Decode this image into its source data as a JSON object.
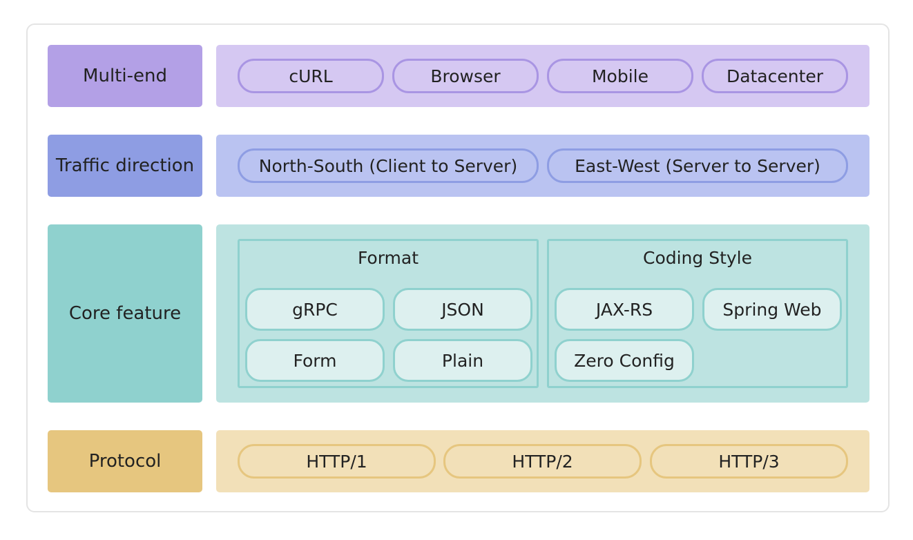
{
  "colors": {
    "multi_end_label": "#b3a0e6",
    "multi_end_panel": "#d5c8f2",
    "multi_end_pill_border": "#a995e3",
    "traffic_label": "#8e9de3",
    "traffic_panel": "#bac3f1",
    "traffic_pill_border": "#8e9de3",
    "core_label": "#8fd1ce",
    "core_panel": "#bde3e1",
    "core_chip_fill": "#ddf0ef",
    "protocol_label": "#e6c67f",
    "protocol_panel": "#f2e0b8",
    "protocol_pill_border": "#e6c67f"
  },
  "rows": {
    "multi_end": {
      "label": "Multi-end",
      "items": [
        "cURL",
        "Browser",
        "Mobile",
        "Datacenter"
      ]
    },
    "traffic_direction": {
      "label": "Traffic direction",
      "items": [
        "North-South (Client to Server)",
        "East-West (Server to Server)"
      ]
    },
    "core_feature": {
      "label": "Core feature",
      "groups": [
        {
          "title": "Format",
          "items": [
            "gRPC",
            "JSON",
            "Form",
            "Plain"
          ]
        },
        {
          "title": "Coding Style",
          "items": [
            "JAX-RS",
            "Spring Web",
            "Zero Config"
          ]
        }
      ]
    },
    "protocol": {
      "label": "Protocol",
      "items": [
        "HTTP/1",
        "HTTP/2",
        "HTTP/3"
      ]
    }
  }
}
